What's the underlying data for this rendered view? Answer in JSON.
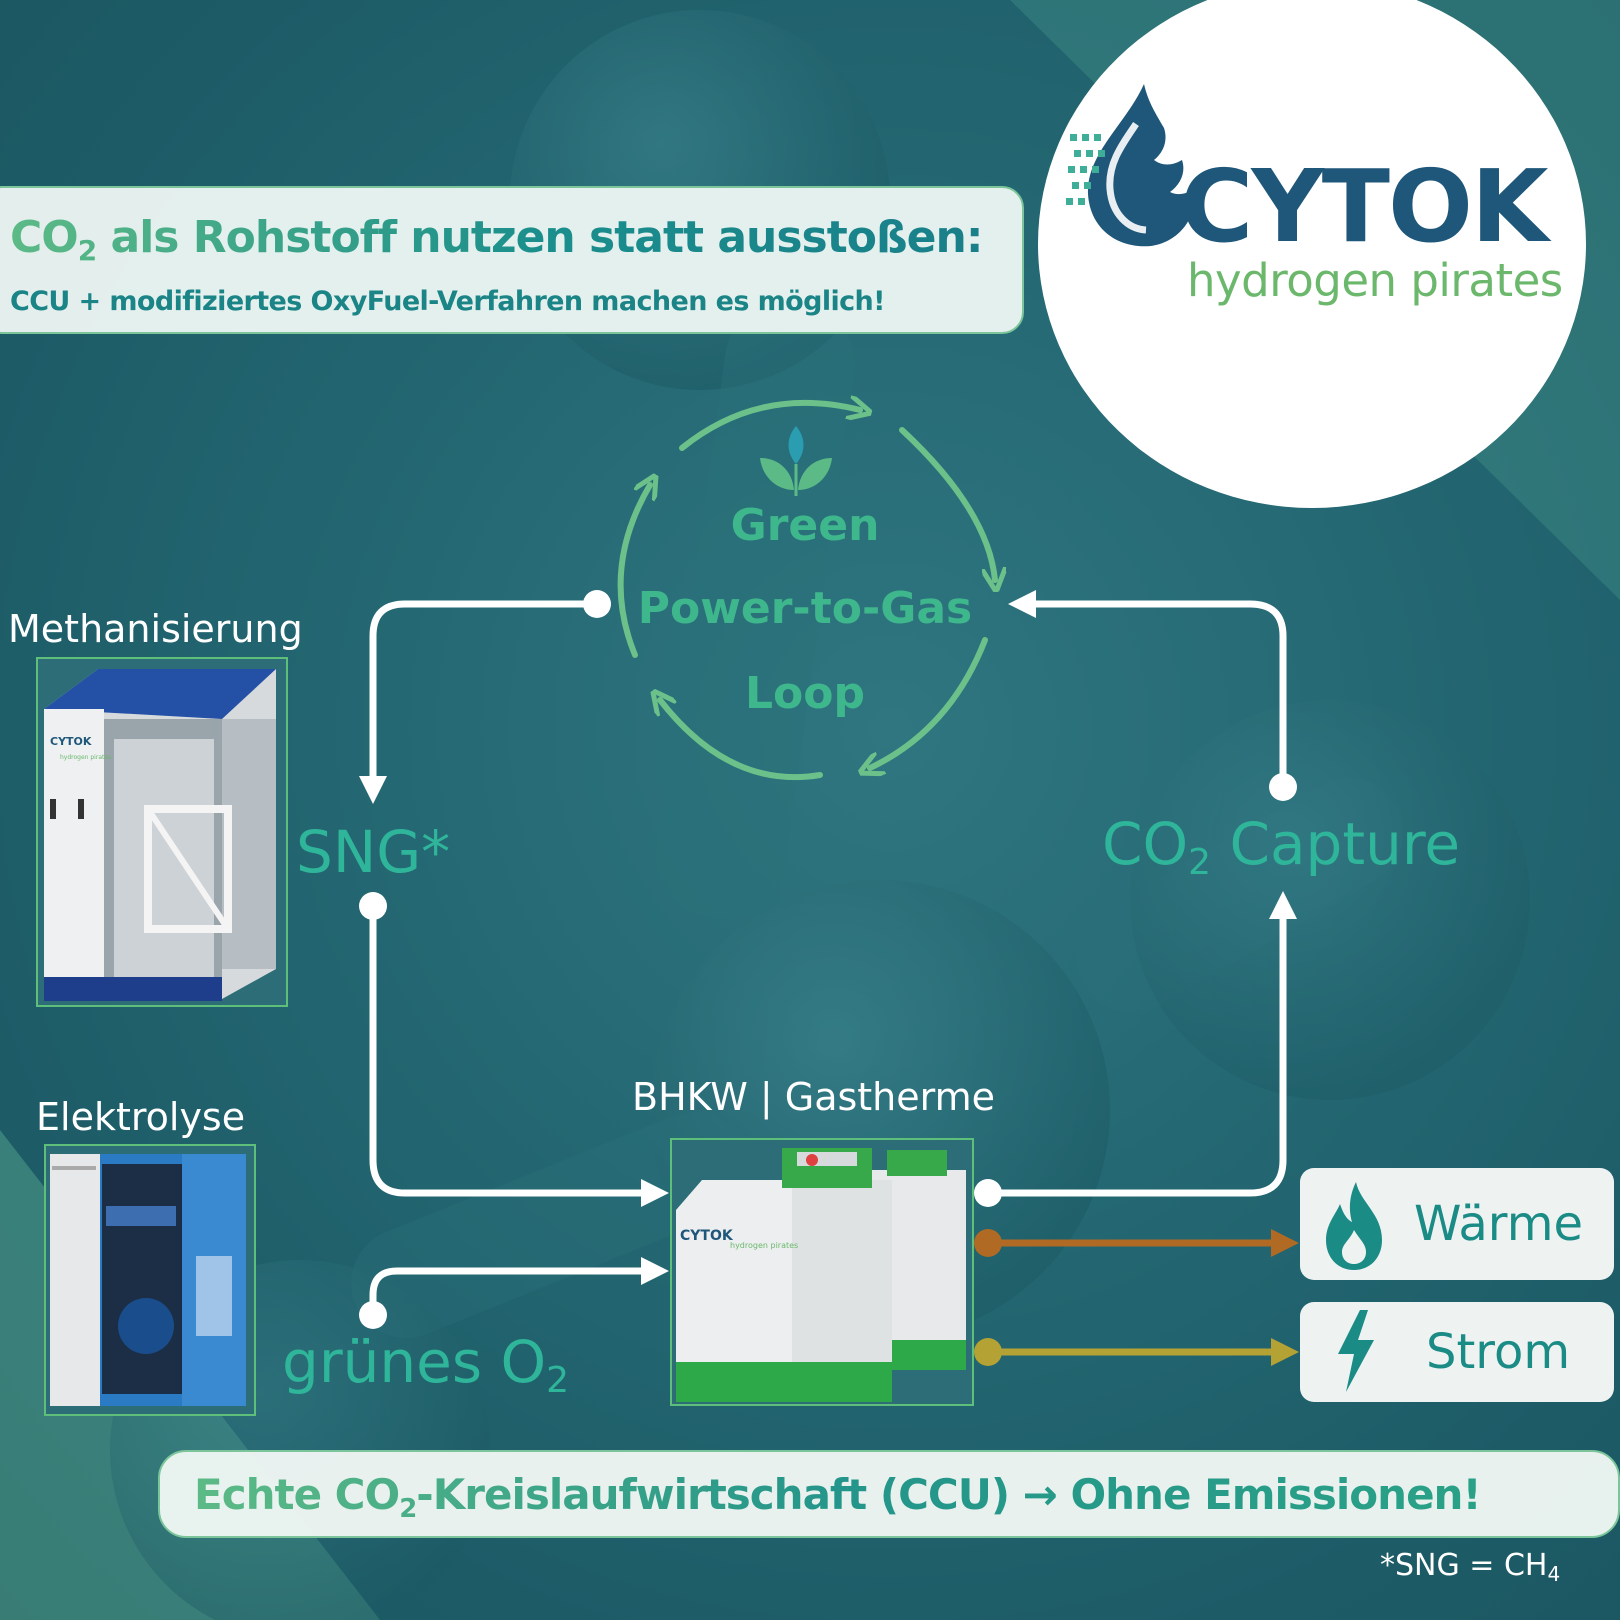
{
  "headline": {
    "line1_pre": "CO",
    "line1_sub": "2",
    "line1_post": " als Rohstoff nutzen statt ausstoßen:",
    "line2": "CCU + modifiziertes OxyFuel-Verfahren machen es möglich!"
  },
  "logo": {
    "word": "CYTOK",
    "tagline": "hydrogen pirates"
  },
  "loop": {
    "line1": "Green",
    "line2": "Power-to-Gas",
    "line3": "Loop",
    "icon": "leaf-icon"
  },
  "labels": {
    "methanisierung": "Methanisierung",
    "elektrolyse": "Elektrolyse",
    "bhkw": "BHKW | Gastherme",
    "sng": "SNG*",
    "co2_pre": "CO",
    "co2_sub": "2",
    "co2_post": " Capture",
    "o2_pre": "grünes O",
    "o2_sub": "2"
  },
  "outputs": {
    "waerme": "Wärme",
    "strom": "Strom",
    "waerme_icon": "flame-icon",
    "strom_icon": "lightning-icon"
  },
  "photos": {
    "methanisierung_brand": "CYTOK",
    "methanisierung_tag": "hydrogen pirates",
    "bhkw_brand": "CYTOK",
    "bhkw_tag": "hydrogen pirates"
  },
  "bottom": {
    "pre": "Echte CO",
    "sub": "2",
    "post": "-Kreislaufwirtschaft (CCU) → Ohne Emissionen!"
  },
  "footnote": {
    "pre": "*SNG = CH",
    "sub": "4"
  },
  "colors": {
    "background": "#246873",
    "accent_green": "#5cba86",
    "accent_teal": "#2fb59a",
    "logo_blue": "#1e577a",
    "waerme_arrow": "#b06a24",
    "strom_arrow": "#b5a234"
  }
}
